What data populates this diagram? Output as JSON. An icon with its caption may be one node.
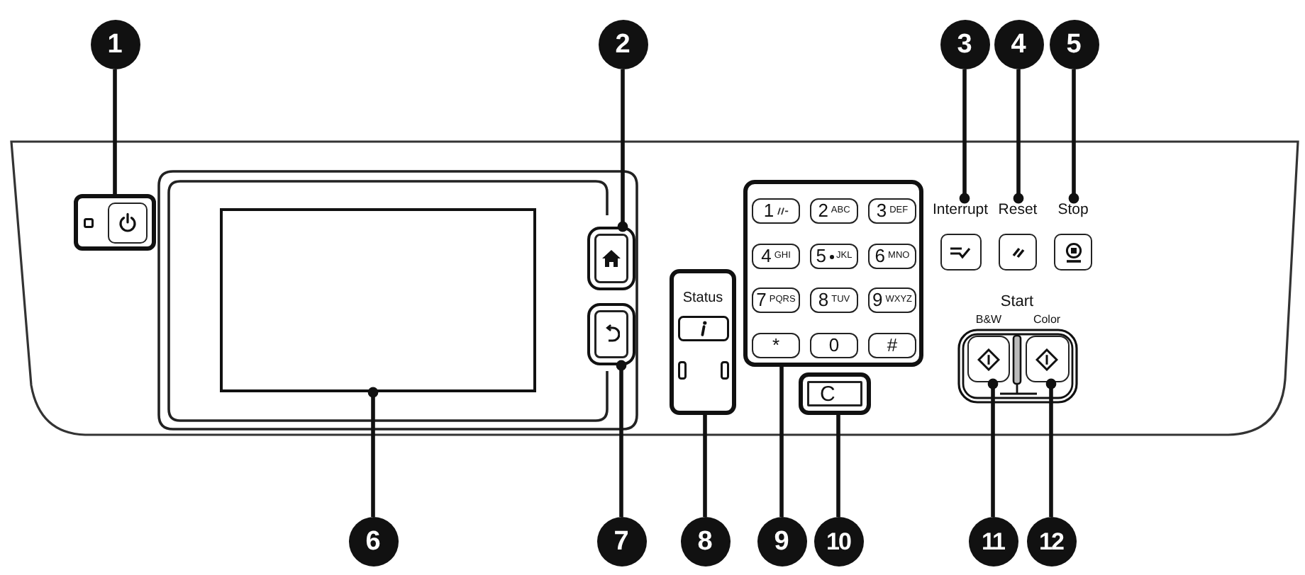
{
  "diagram": {
    "nodes": [
      {
        "text": [
          "1"
        ]
      },
      {
        "text": [
          "2"
        ]
      },
      {
        "text": [
          "3"
        ]
      },
      {
        "text": [
          "4"
        ]
      },
      {
        "text": [
          "5"
        ]
      },
      {
        "text": [
          "6"
        ]
      },
      {
        "text": [
          "7"
        ]
      },
      {
        "text": [
          "8"
        ]
      },
      {
        "text": [
          "9"
        ]
      },
      {
        "text": [
          "10"
        ]
      },
      {
        "text": [
          "11"
        ]
      },
      {
        "text": [
          "12"
        ]
      },
      {
        "text": [],
        "shape": "box"
      },
      {
        "text": [],
        "shape": "box"
      },
      {
        "text": [],
        "shape": "box"
      },
      {
        "text": [],
        "shape": "box"
      },
      {
        "text": [
          "Status"
        ]
      },
      {
        "text": [],
        "shape": "box"
      },
      {
        "text": [
          "1"
        ],
        "in": 17
      },
      {
        "text": [
          "2",
          "ABC"
        ],
        "in": 17
      },
      {
        "text": [
          "3",
          "DEF"
        ],
        "in": 17
      },
      {
        "text": [
          "4",
          "GHI"
        ],
        "in": 17
      },
      {
        "text": [
          "5",
          "JKL"
        ],
        "in": 17
      },
      {
        "text": [
          "6",
          "MNO"
        ],
        "in": 17
      },
      {
        "text": [
          "7",
          "PQRS"
        ],
        "in": 17
      },
      {
        "text": [
          "8",
          "TUV"
        ],
        "in": 17
      },
      {
        "text": [
          "9",
          "WXYZ"
        ],
        "in": 17
      },
      {
        "text": [
          "*"
        ],
        "in": 17
      },
      {
        "text": [
          "0"
        ],
        "in": 17
      },
      {
        "text": [
          "#"
        ],
        "in": 17
      },
      {
        "text": [
          "C"
        ]
      },
      {
        "text": [
          "Interrupt"
        ]
      },
      {
        "text": [
          "Reset"
        ]
      },
      {
        "text": [
          "Stop"
        ]
      },
      {
        "text": [
          "Start"
        ]
      },
      {
        "text": [
          "B&W"
        ],
        "in": 34
      },
      {
        "text": [
          "Color"
        ],
        "in": 34
      }
    ],
    "edges": [
      {
        "from": 0,
        "to": 12,
        "arrow": "none"
      },
      {
        "from": 1,
        "to": 14,
        "arrow": "other"
      },
      {
        "from": 2,
        "to": 31,
        "arrow": "other"
      },
      {
        "from": 3,
        "to": 32,
        "arrow": "other"
      },
      {
        "from": 4,
        "to": 33,
        "arrow": "other"
      },
      {
        "from": 5,
        "to": 13,
        "arrow": "other"
      },
      {
        "from": 6,
        "to": 15,
        "arrow": "other"
      },
      {
        "from": 7,
        "to": 16,
        "arrow": "none"
      },
      {
        "from": 8,
        "to": 17,
        "arrow": "none"
      },
      {
        "from": 9,
        "to": 30,
        "arrow": "none"
      },
      {
        "from": 10,
        "to": 35,
        "arrow": "other"
      },
      {
        "from": 11,
        "to": 36,
        "arrow": "other"
      }
    ]
  }
}
